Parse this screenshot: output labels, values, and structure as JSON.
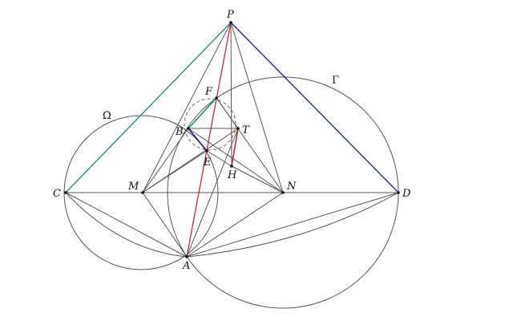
{
  "figure": {
    "labels": {
      "P": "P",
      "F": "F",
      "B": "B",
      "T": "T",
      "E": "E",
      "H": "H",
      "M": "M",
      "N": "N",
      "C": "C",
      "D": "D",
      "A": "A",
      "omega": "Ω",
      "gamma": "Γ"
    },
    "colors": {
      "line": "#555555",
      "teal": "#1a8a7a",
      "navy": "#1a237e",
      "red": "#c62835",
      "dashed": "#666666"
    }
  }
}
